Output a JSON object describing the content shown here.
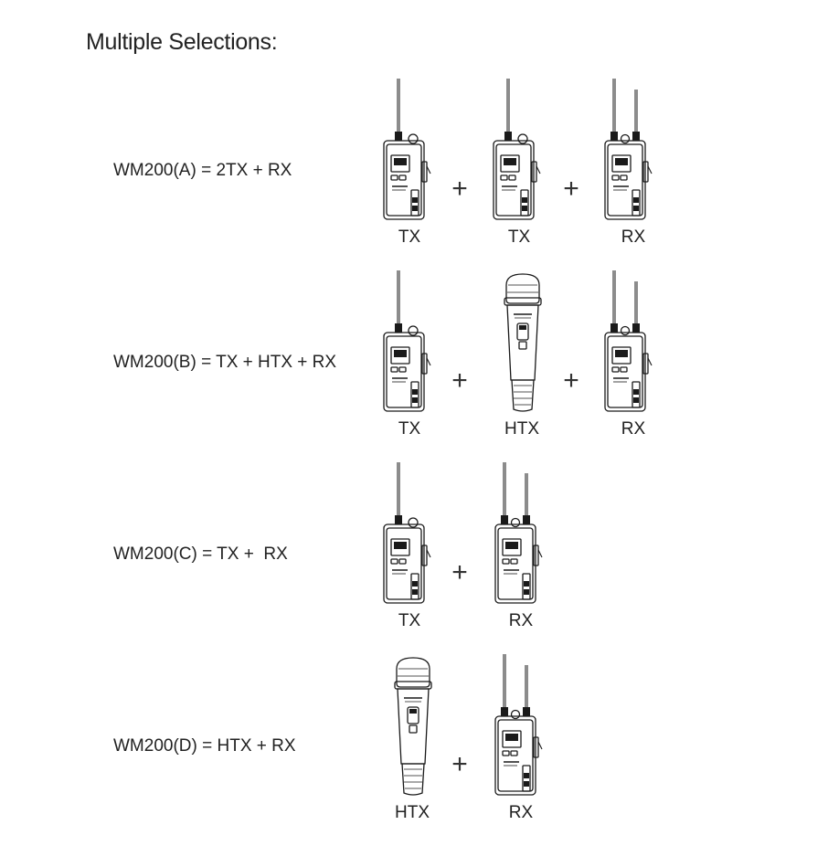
{
  "title": "Multiple Selections:",
  "combos": [
    {
      "formula": "WM200(A) = 2TX + RX",
      "devices": [
        {
          "type": "tx",
          "label": "TX"
        },
        {
          "type": "tx",
          "label": "TX"
        },
        {
          "type": "rx",
          "label": "RX"
        }
      ]
    },
    {
      "formula": "WM200(B) = TX + HTX + RX",
      "devices": [
        {
          "type": "tx",
          "label": "TX"
        },
        {
          "type": "htx",
          "label": "HTX"
        },
        {
          "type": "rx",
          "label": "RX"
        }
      ]
    },
    {
      "formula": "WM200(C) = TX +  RX",
      "devices": [
        {
          "type": "tx",
          "label": "TX"
        },
        {
          "type": "rx",
          "label": "RX"
        }
      ]
    },
    {
      "formula": "WM200(D) = HTX + RX",
      "devices": [
        {
          "type": "htx",
          "label": "HTX"
        },
        {
          "type": "rx",
          "label": "RX"
        }
      ]
    }
  ],
  "plus_symbol": "+"
}
